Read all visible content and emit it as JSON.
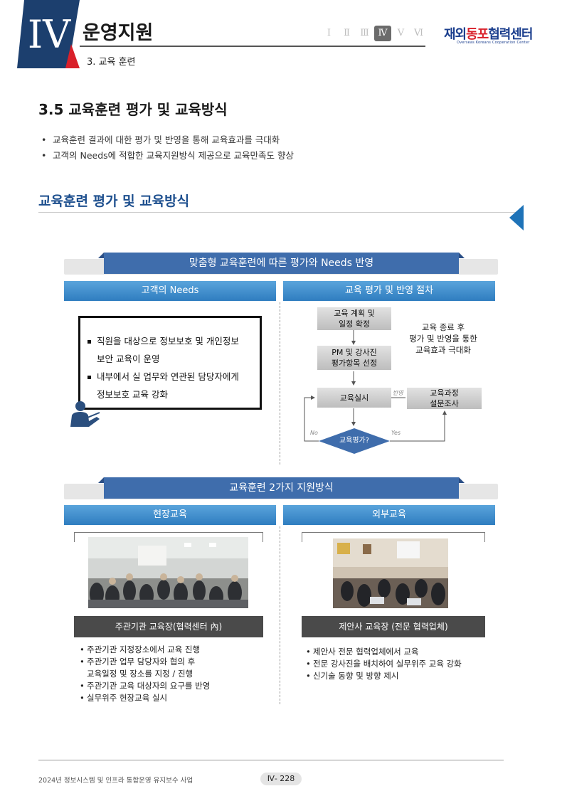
{
  "header": {
    "chapter_numeral": "IV",
    "chapter_title": "운영지원",
    "section_label": "3. 교육 훈련",
    "nav": [
      "Ⅰ",
      "Ⅱ",
      "Ⅲ",
      "Ⅳ",
      "Ⅴ",
      "Ⅵ"
    ],
    "nav_active_index": 3,
    "logo_main_a": "재외",
    "logo_main_b": "동포",
    "logo_main_c": "협력센터",
    "logo_sub": "Overseas Koreans Cooperation Center"
  },
  "intro": {
    "heading": "3.5 교육훈련 평가 및 교육방식",
    "bullets": [
      "교육훈련 결과에 대한 평가 및 반영을 통해 교육효과를 극대화",
      "고객의 Needs에 적합한 교육지원방식 제공으로 교육만족도 향상"
    ],
    "bullet_symbol": "•",
    "subtitle": "교육훈련 평가 및 교육방식"
  },
  "section1": {
    "banner": "맞춤형 교육훈련에 따른 평가와 Needs 반영",
    "left_head": "고객의 Needs",
    "right_head": "교육 평가 및 반영 절차",
    "needs": {
      "line1": "직원을 대상으로 정보보호 및 개인정보",
      "line2": "보안 교육이 운영",
      "line3": "내부에서  실 업무와 연관된 담당자에게",
      "line4": "정보보호 교육 강화"
    },
    "flow": {
      "step1_a": "교육 계획 및",
      "step1_b": "일정 확정",
      "step2_a": "PM 및 강사진",
      "step2_b": "평가항목 선정",
      "step3": "교육실시",
      "reflect": "반영",
      "survey_a": "교육과정",
      "survey_b": "설문조사",
      "decision": "교육평가?",
      "no": "No",
      "yes": "Yes",
      "note_a": "교육 종료 후",
      "note_b": "평가 및 반영을 통한",
      "note_c": "교육효과 극대화"
    }
  },
  "section2": {
    "banner": "교육훈련 2가지 지원방식",
    "left_head": "현장교육",
    "right_head": "외부교육",
    "left_label": "주관기관 교육장(협력센터 內)",
    "right_label": "제안사 교육장 (전문 협력업체)",
    "bullet_symbol": "•",
    "left_items": [
      "주관기관 지정장소에서 교육 진행",
      "주관기관 업무 담당자와 협의 후",
      "주관기관 교육 대상자의 요구를  반영",
      "실무위주 현장교육 실시"
    ],
    "left_item2_cont": "교육일정 및 장소를 지정 / 진행",
    "right_items": [
      "제안사 전문 협력업체에서 교육",
      "전문 강사진을 배치하여 실무위주 교육 강화",
      "신기술 동향 및 방향 제시"
    ]
  },
  "footer": {
    "project": "2024년 정보시스템 및 인프라 통합운영 유지보수 사업",
    "page": "Ⅳ- 228"
  }
}
